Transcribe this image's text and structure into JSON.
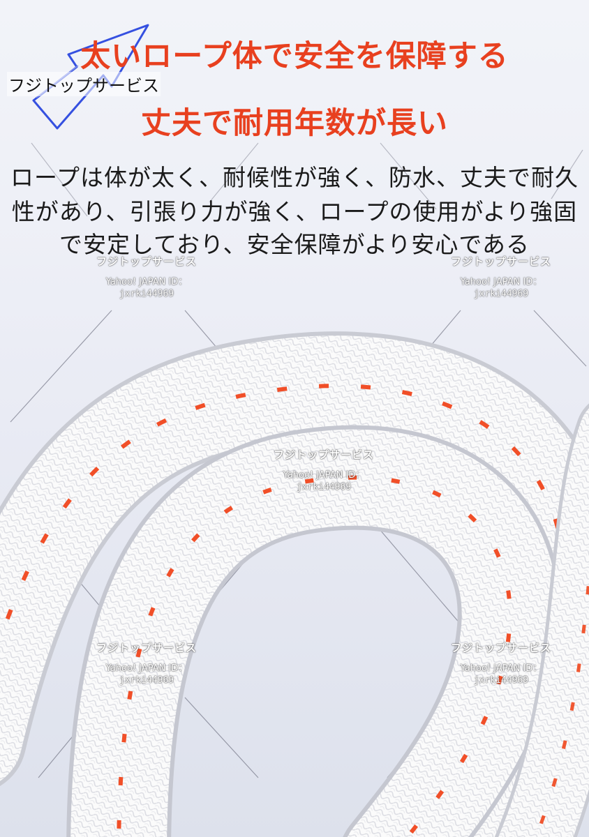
{
  "headline": {
    "line1": "太いロープ体で安全を保障する",
    "line2": "丈夫で耐用年数が長い"
  },
  "shop_tag": "フジトップサービス",
  "description": {
    "line1": "ロープは体が太く、耐候性が強く、防水、丈夫で耐久",
    "line2": "性があり、引張り力が強く、ロープの使用がより強固",
    "line3": "で安定しており、安全保障がより安心である"
  },
  "watermark": {
    "brand": "フジトップサービス",
    "id_label": "Yahoo! JAPAN ID：",
    "id_value": "jxrki44969"
  },
  "colors": {
    "headline": "#e8401f",
    "rope": "#fafafa",
    "rope_stripe": "#f0461c",
    "background": "#e9ecf4"
  },
  "icons": [
    "arrow-logo-icon"
  ]
}
